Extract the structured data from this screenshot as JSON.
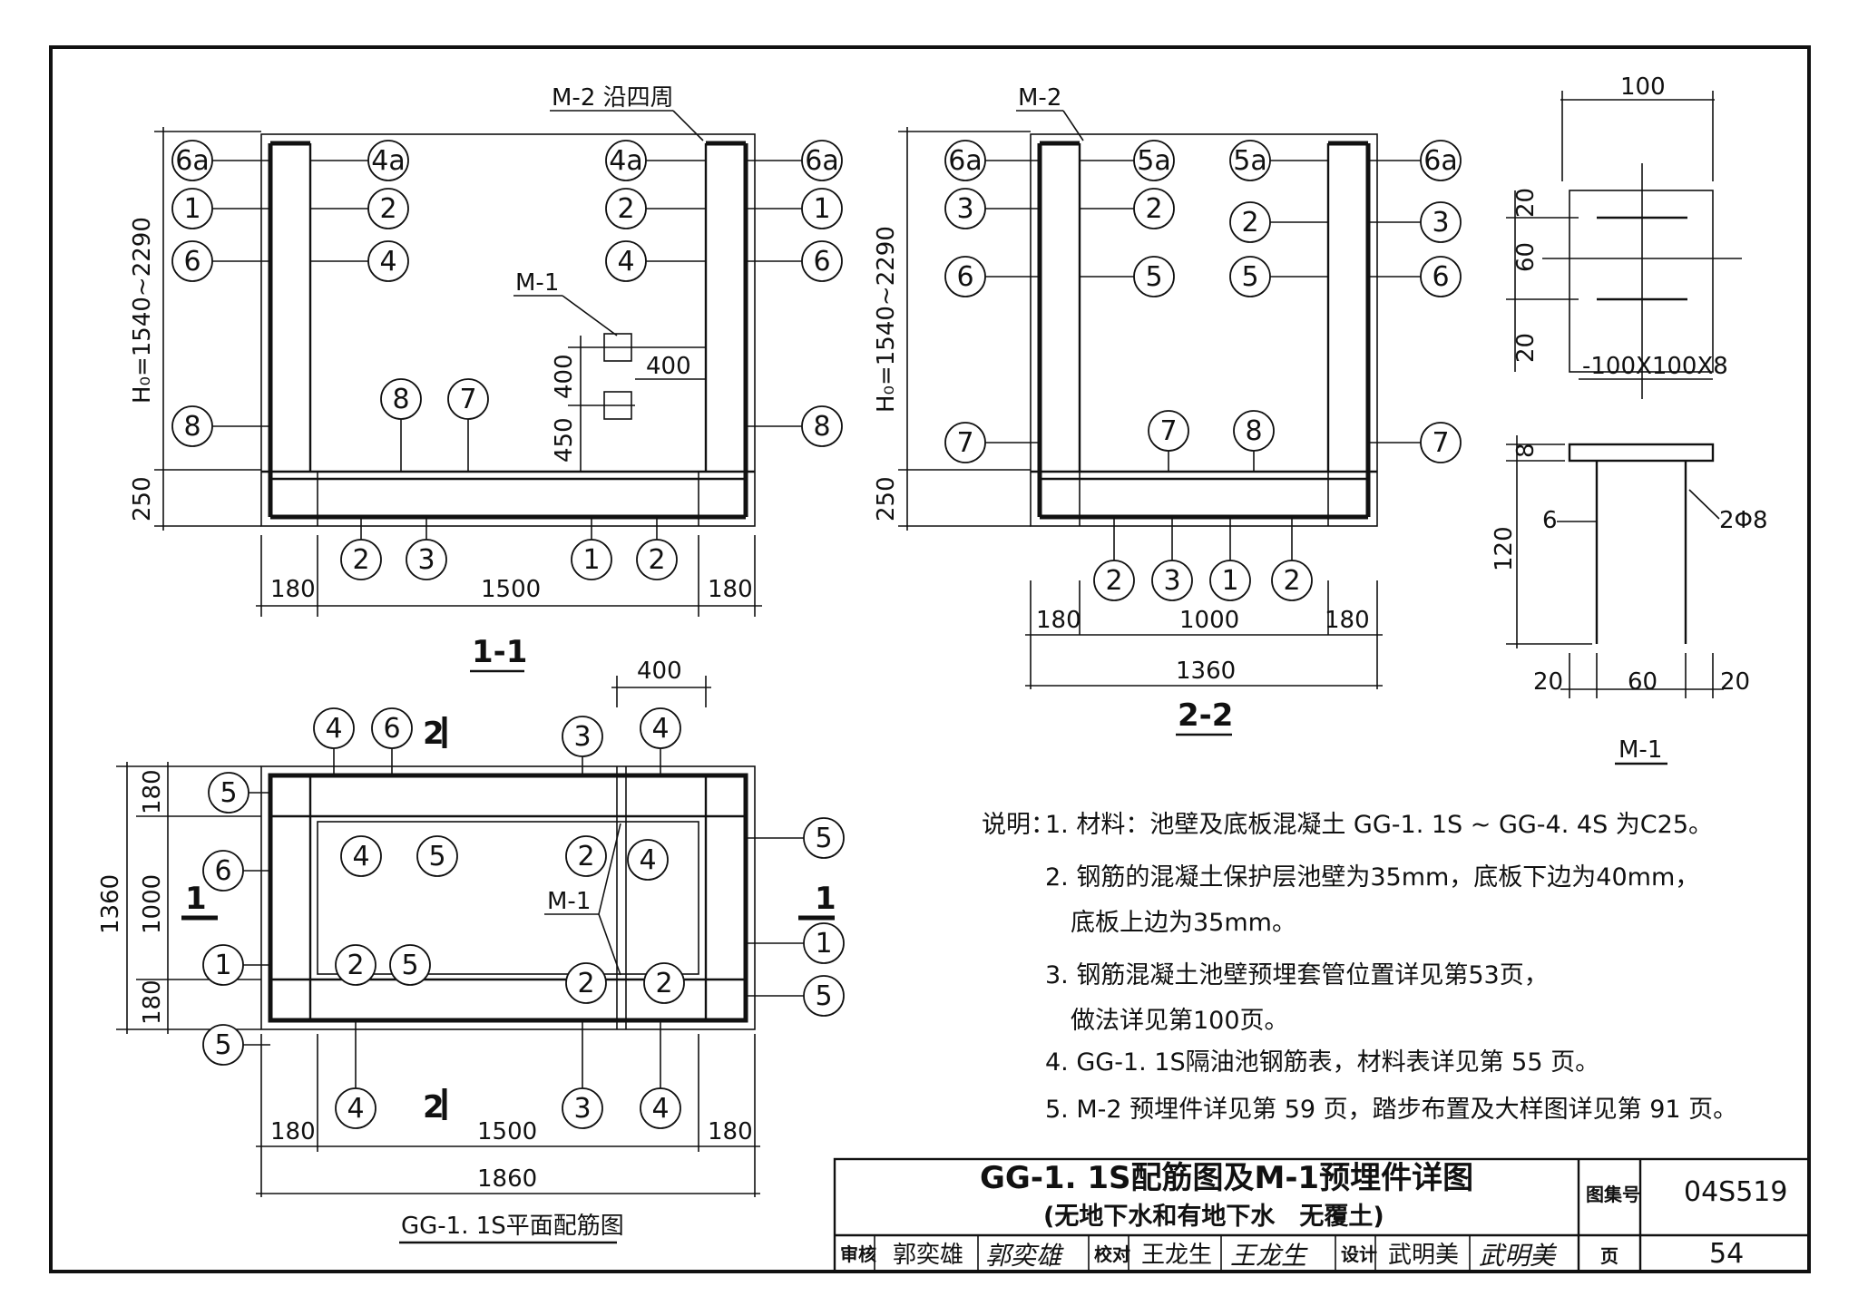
{
  "section_1_1": {
    "title": "1-1",
    "m2_label": "M-2 沿四周",
    "m1_label": "M-1",
    "h0_label": "H₀=1540~2290",
    "dims": {
      "bottom": "250",
      "left_wall": "180",
      "inner": "1500",
      "right_wall": "180",
      "m1_w": "400",
      "m1_a": "400",
      "m1_b": "450"
    },
    "bubbles_left": [
      "6a",
      "1",
      "6",
      "8"
    ],
    "bubbles_inner_left": [
      "4a",
      "2",
      "4"
    ],
    "bubbles_inner_right": [
      "4a",
      "2",
      "4"
    ],
    "bubbles_right": [
      "6a",
      "1",
      "6",
      "8"
    ],
    "bubbles_mid": [
      "8",
      "7"
    ],
    "bubbles_bottom": [
      "2",
      "3",
      "1",
      "2"
    ]
  },
  "section_2_2": {
    "title": "2-2",
    "m2_label": "M-2",
    "h0_label": "H₀=1540~2290",
    "dims": {
      "bottom": "250",
      "left_wall": "180",
      "inner": "1000",
      "right_wall": "180",
      "total": "1360"
    },
    "bubbles_left": [
      "6a",
      "3",
      "6",
      "7"
    ],
    "bubbles_inner_left": [
      "5a",
      "2",
      "5"
    ],
    "bubbles_inner_right": [
      "5a",
      "2",
      "5"
    ],
    "bubbles_right": [
      "6a",
      "3",
      "6",
      "7"
    ],
    "bubbles_mid": [
      "7",
      "8"
    ],
    "bubbles_bottom": [
      "2",
      "3",
      "1",
      "2"
    ]
  },
  "m1_detail": {
    "title": "M-1",
    "plate_label": "-100X100X8",
    "dims": {
      "top": "100",
      "h1": "20",
      "h2": "60",
      "h3": "20",
      "plate_t": "8",
      "height": "120",
      "left": "20",
      "mid": "60",
      "right": "20"
    },
    "bar_label": "2Φ8",
    "weld_label": "6"
  },
  "plan": {
    "title": "GG-1. 1S平面配筋图",
    "m1_label": "M-1",
    "section_mark": "1",
    "section_mark_2": "2",
    "dims": {
      "top_w": "400",
      "v1": "180",
      "v2": "1000",
      "v3": "180",
      "v_total": "1360",
      "h1": "180",
      "h2": "1500",
      "h3": "180",
      "h_total": "1860"
    },
    "bubbles_top": [
      "4",
      "6",
      "3",
      "4"
    ],
    "bubbles_left": [
      "5",
      "6",
      "1",
      "5"
    ],
    "bubbles_right": [
      "5",
      "1",
      "5"
    ],
    "bubbles_inner": [
      "4",
      "5",
      "2",
      "4",
      "2",
      "5",
      "2",
      "2"
    ],
    "bubbles_bottom": [
      "4",
      "3",
      "4"
    ]
  },
  "notes": {
    "lead": "说明：",
    "items": [
      "1. 材料：池壁及底板混凝土 GG-1. 1S ~ GG-4. 4S 为C25。",
      "2. 钢筋的混凝土保护层池壁为35mm，底板下边为40mm，",
      "底板上边为35mm。",
      "3. 钢筋混凝土池壁预埋套管位置详见第53页，",
      "做法详见第100页。",
      "4. GG-1. 1S隔油池钢筋表，材料表详见第 55 页。",
      "5. M-2 预埋件详见第 59 页，踏步布置及大样图详见第 91 页。"
    ]
  },
  "title_block": {
    "title": "GG-1. 1S配筋图及M-1预埋件详图",
    "subtitle": "(无地下水和有地下水　无覆土)",
    "atlas_label": "图集号",
    "atlas_no": "04S519",
    "page_label": "页",
    "page_no": "54",
    "review_label": "审核",
    "reviewer": "郭奕雄",
    "check_label": "校对",
    "checker": "王龙生",
    "design_label": "设计",
    "designer": "武明美"
  }
}
